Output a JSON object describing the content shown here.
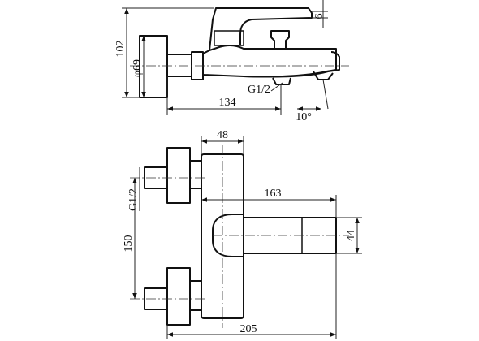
{
  "side_view": {
    "height_label": "102",
    "diameter_label": "φ69",
    "length_label": "134",
    "angle_label": "10°",
    "thread_label": "G1/2",
    "cap_label": "6"
  },
  "front_view": {
    "body_width_label": "48",
    "spout_label": "163",
    "lever_label": "44",
    "thread_label": "G1/2",
    "center_label": "150",
    "total_label": "205"
  }
}
